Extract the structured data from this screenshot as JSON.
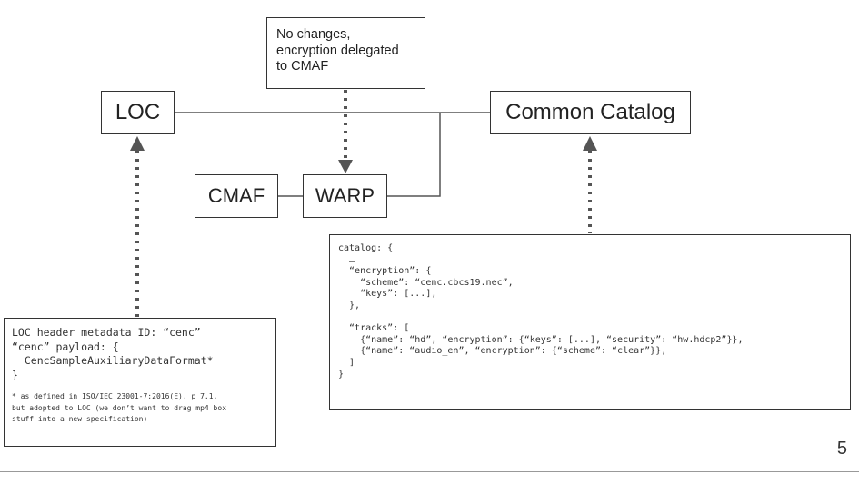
{
  "nodes": {
    "loc": "LOC",
    "common_catalog": "Common Catalog",
    "cmaf": "CMAF",
    "warp": "WARP"
  },
  "note": "No changes,\nencryption delegated\nto CMAF",
  "loc_header": {
    "code": "LOC header metadata ID: “cenc”\n“cenc” payload: {\n  CencSampleAuxiliaryDataFormat*\n}",
    "footnote": "* as defined in ISO/IEC 23001-7:2016(E), p 7.1,\nbut adopted to LOC (we don’t want to drag mp4 box\nstuff into a new specification)"
  },
  "catalog_code": "catalog: {\n  …\n  “encryption”: {\n    “scheme”: “cenc.cbcs19.nec”,\n    “keys”: [...],\n  },\n\n  “tracks”: [\n    {“name”: “hd”, “encryption”: {“keys”: [...], “security”: “hw.hdcp2”}},\n    {“name”: “audio_en”, “encryption”: {“scheme”: “clear”}},\n  ]\n}",
  "page_number": "5",
  "colors": {
    "line": "#333333",
    "dotted": "#555555",
    "arrow": "#555555"
  }
}
